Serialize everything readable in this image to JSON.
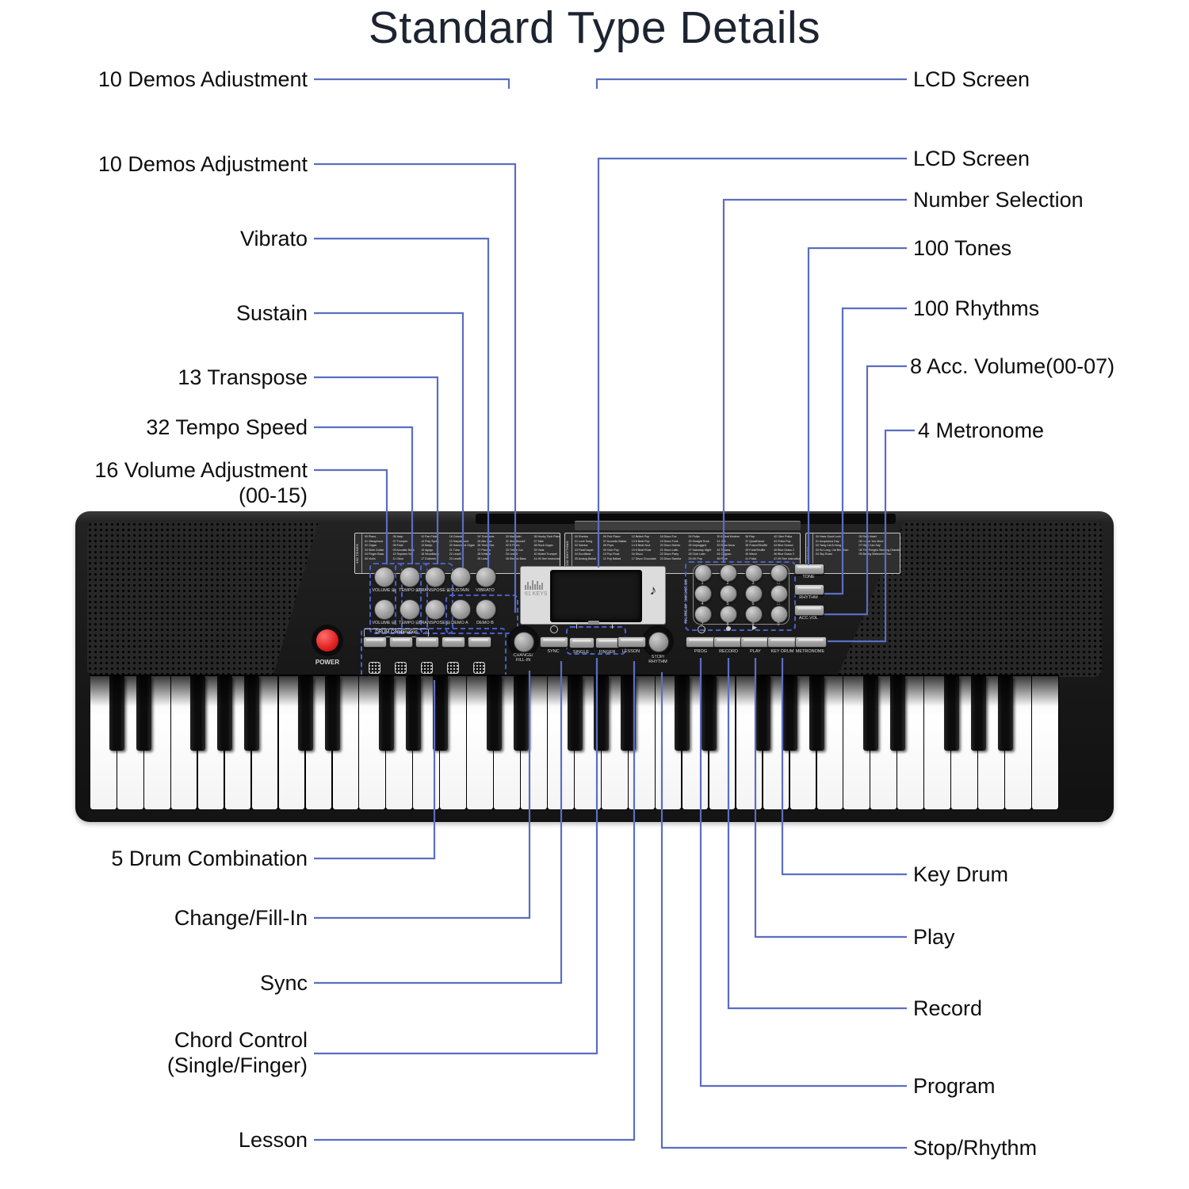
{
  "title": "Standard Type Details",
  "colors": {
    "callout_line": "#5b6ec1",
    "dashed_box": "#4a5fc9",
    "power_red": "#e02020"
  },
  "callouts": {
    "left": [
      {
        "label": "10 Demos Adiustment"
      },
      {
        "label": "10 Demos Adjustment"
      },
      {
        "label": "Vibrato"
      },
      {
        "label": "Sustain"
      },
      {
        "label": "13 Transpose"
      },
      {
        "label": "32 Tempo Speed"
      },
      {
        "label": "16 Volume Adjustment",
        "label2": "(00-15)"
      },
      {
        "label": "5 Drum Combination"
      },
      {
        "label": "Change/Fill-In"
      },
      {
        "label": "Sync"
      },
      {
        "label": "Chord Control",
        "label2": "(Single/Finger)"
      },
      {
        "label": "Lesson"
      }
    ],
    "right": [
      {
        "label": "LCD Screen"
      },
      {
        "label": "LCD Screen"
      },
      {
        "label": "Number Selection"
      },
      {
        "label": "100 Tones"
      },
      {
        "label": "100 Rhythms"
      },
      {
        "label": "8 Acc. Volume(00-07)"
      },
      {
        "label": "4 Metronome"
      },
      {
        "label": "Key Drum"
      },
      {
        "label": "Play"
      },
      {
        "label": "Record"
      },
      {
        "label": "Program"
      },
      {
        "label": "Stop/Rhythm"
      }
    ]
  },
  "keyboard": {
    "keys_total": "61",
    "power_label": "POWER",
    "buttons_row1": [
      "VOLUME ⊞",
      "TEMPO ⊞",
      "TRANSPOSE ⊞",
      "SUSTAIN",
      "VIBRATO"
    ],
    "buttons_row2": [
      "VOLUME ⊟",
      "TEMPO ⊟",
      "TRANSPOSE ⊟",
      "DEMO A",
      "DEMO B"
    ],
    "drum_combination_label": "DRUM Combination",
    "change_line1": "CHANGE/",
    "change_line2": "FILL-IN",
    "sync_label": "SYNC",
    "chord": {
      "single": "SINGLE",
      "finger": "FINGER"
    },
    "lesson_label": "LESSON",
    "stop_line1": "STOP/",
    "stop_line2": "RHYTHM",
    "numpad": {
      "title": "Number Selection",
      "keys": [
        "1",
        "2",
        "3",
        "□",
        "4",
        "5",
        "6",
        "□",
        "7",
        "8",
        "9",
        "0"
      ]
    },
    "tone_buttons": [
      "TONE",
      "RHYTHM",
      "ACC.VOL"
    ],
    "bottom_buttons": [
      "PROG",
      "RECORD",
      "PLAY",
      "KEY DRUM",
      "METRONOME"
    ],
    "lcd": {
      "logo_text": "61 KEYS",
      "brand_icon": "♪"
    },
    "stickers": {
      "tones": {
        "label": "100 TONES",
        "columns": [
          [
            "00 Piano",
            "01 Vibraphone",
            "02 Organ",
            "03 Steel Guitar",
            "04 Finger Bass",
            "05 Violin"
          ],
          [
            "06 Harp",
            "07 Trumpet",
            "08 Flute",
            "09 Acoustic Bass",
            "10 Soprano Sax",
            "11 Oboe"
          ],
          [
            "12 Pan Flute",
            "13 Poly Synth",
            "14 Banjo",
            "15 Agogo",
            "16 Woodblock",
            "17 Dulcimer"
          ],
          [
            "18 Celesta",
            "19 Harpsichord",
            "20 Hammond Organ",
            "21 Tuba",
            "22 Lead3",
            "23 Lead6"
          ],
          [
            "24 Trombone",
            "25 Alto Sax",
            "26 Tenor Sax",
            "27 Piccolo",
            "28 Whistle",
            "29 Lead7"
          ],
          [
            "30 Mandolin",
            "31 Woodblock2",
            "32 E.Piano",
            "33 Treble Cut",
            "34 Lead5",
            "35 Electric Bass"
          ],
          [
            "36 Honky Tonk Piano",
            "37 Sitar",
            "38 Rock Organ",
            "39 Viola",
            "40 Muted Trumpet",
            "41-99 See Instructions"
          ]
        ]
      },
      "rhythms": {
        "label": "100 RHYTHMS",
        "columns": [
          [
            "00 Rumba",
            "01 Love Song",
            "02 Samba",
            "03 FastGospel",
            "04 EuroBeat",
            "05 Analog Ballad"
          ],
          [
            "06 Pub Piano",
            "07 Acoustic Ballad",
            "08 Pops",
            "09 Club Pop",
            "10 Pop Rock",
            "11 Pop Ballad"
          ],
          [
            "12 British Pop",
            "13 8 Beat Pop",
            "14 8 Beat Soul",
            "15 8 Beat Rock",
            "16 Disco",
            "17 Disco Chocolate"
          ],
          [
            "18 Disco Fox",
            "19 Disco Funk",
            "20 Disco Hands",
            "21 Disco Latin",
            "22 Disco Party",
            "23 Disco Samba"
          ],
          [
            "24 Polka",
            "25 Straight Rock",
            "26 Unplugged",
            "27 Saturday Night",
            "28 Club Latin",
            "29 UK Pop"
          ],
          [
            "30 8 Beat Modern",
            "31 Jive",
            "32 Boss Nova",
            "33 Tijuana",
            "34 Calypso",
            "35 Rave"
          ],
          [
            "36 Rap",
            "37 QuadDance",
            "38 Fusion/Shuffle",
            "39 Funk/Shuffle",
            "40 March",
            "41 Polka"
          ],
          [
            "42 Ober Polka",
            "43 Polka Pop",
            "44 Blue Grass1",
            "45 Blue Grass 2",
            "46 Blue Grass 3",
            "47-99 See Instructions"
          ]
        ]
      },
      "songs": {
        "label": "SONGS",
        "columns": [
          [
            "00 Have Good Luck",
            "01 Auspicious Day",
            "02 Yang Cai A Hong",
            "03 So Long, Cai Bin Shan",
            "04 Sky Road"
          ],
          [
            "05 Rain Heart",
            "06 I Love You More",
            "07 High Can Say",
            "08 The Penghu Sending Grandmother",
            "09 Beijing Welcomes You"
          ]
        ]
      }
    }
  }
}
